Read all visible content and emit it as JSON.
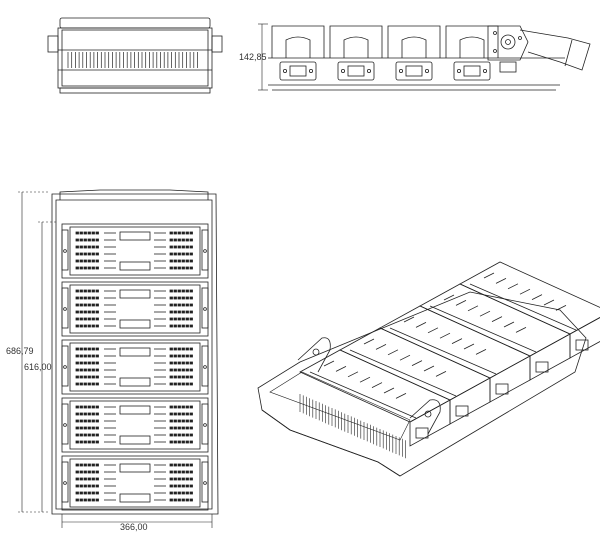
{
  "dimensions": {
    "side_height": "142,85",
    "front_height_outer": "686,79",
    "front_height_inner": "616,00",
    "front_width": "366,00"
  },
  "layout": {
    "front_modules": 5,
    "side_modules": 4,
    "iso_modules": 5
  }
}
